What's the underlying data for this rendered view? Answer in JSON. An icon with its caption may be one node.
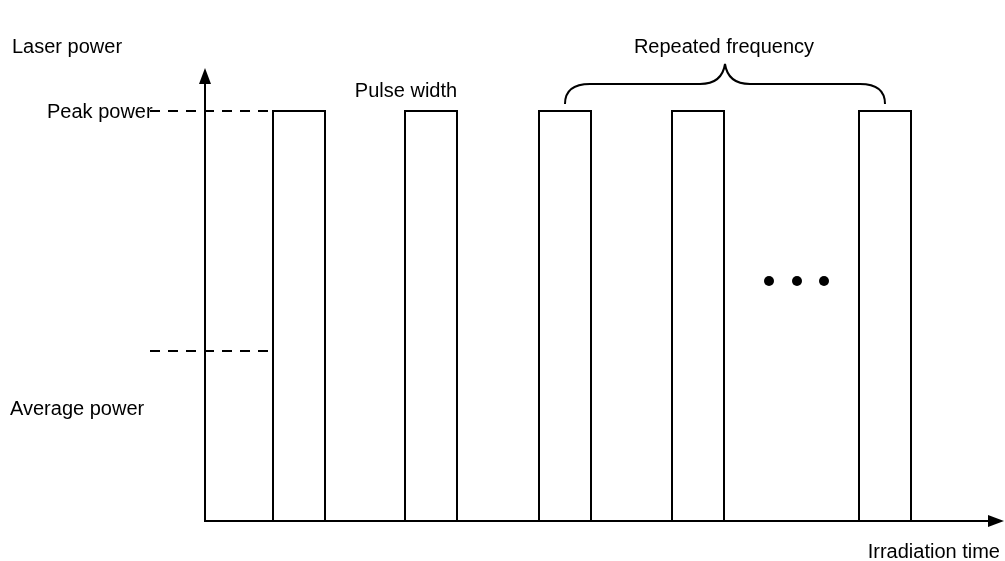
{
  "diagram": {
    "labels": [
      "Laser power",
      "Repeated frequency",
      "Pulse width",
      "Peak power",
      "Average power",
      "Irradiation time"
    ]
  }
}
